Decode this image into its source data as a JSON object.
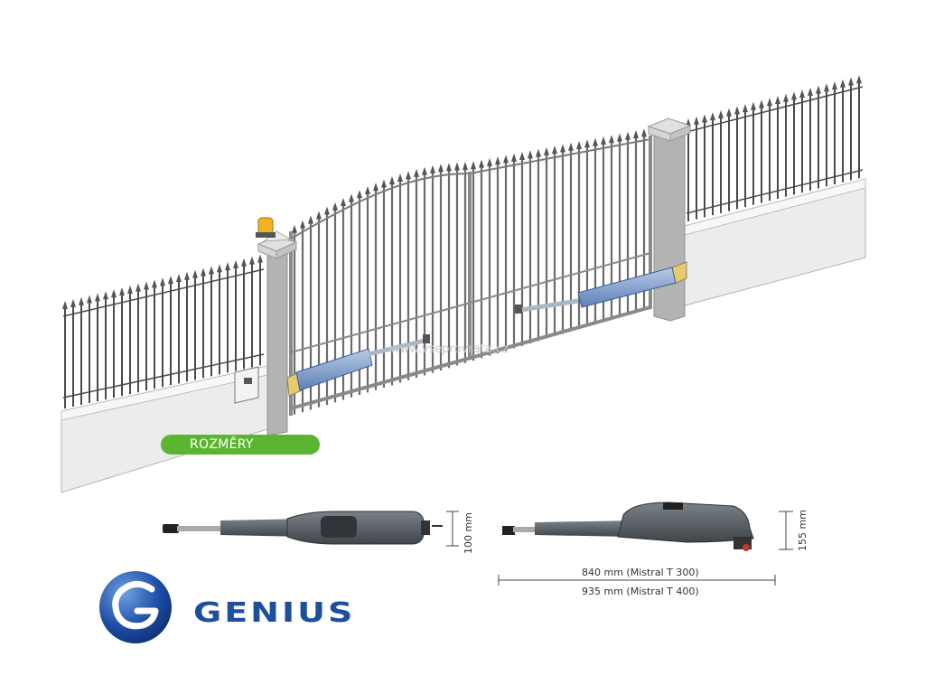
{
  "badge": {
    "label": "ROZMĚRY"
  },
  "watermark": "www.vseprovrata.cz",
  "dimensions": {
    "height_small": "100 mm",
    "height_large": "155 mm",
    "length_t300": "840 mm (Mistral   T 300)",
    "length_t400": "935 mm (Mistral   T 400)"
  },
  "brand": {
    "name": "GENIUS",
    "color": "#1d4f9c",
    "accent": "#5cb531"
  },
  "icons": [
    "genius-g-logo-icon",
    "warning-lamp-icon",
    "control-box-icon"
  ]
}
